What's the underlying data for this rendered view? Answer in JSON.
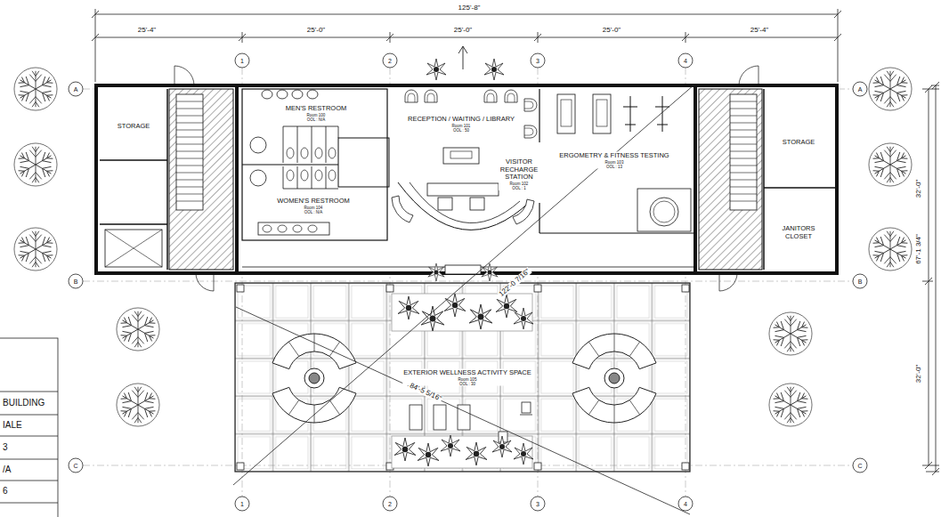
{
  "diagram": {
    "nodes": [
      {
        "text": [
          "STORAGE"
        ]
      },
      {
        "text": [
          "MEN'S RESTROOM",
          "Room 100",
          "OOL : N/A"
        ]
      },
      {
        "text": [
          "WOMEN'S RESTROOM",
          "Room 104",
          "OOL : N/A"
        ]
      },
      {
        "text": [
          "RECEPTION / WAITING / LIBRARY",
          "Room 101",
          "OOL : 50"
        ]
      },
      {
        "text": [
          "VISITOR RECHARGE STATION",
          "Room 102",
          "OOL : 1"
        ],
        "in": 3
      },
      {
        "text": [
          "ERGOMETRY & FITNESS TESTING",
          "Room 103",
          "OOL : 13"
        ]
      },
      {
        "text": [
          "STORAGE"
        ]
      },
      {
        "text": [
          "JANITORS CLOSET"
        ]
      },
      {
        "text": [
          "EXTERIOR WELLNESS ACTIVITY SPACE",
          "Room 105",
          "OOL : 30"
        ]
      }
    ],
    "labels": [
      "125'-8\"",
      "25'-4\"",
      "25'-0\"",
      "25'-0\"",
      "25'-0\"",
      "25'-4\"",
      "1",
      "2",
      "3",
      "4",
      "A",
      "A",
      "B",
      "B",
      "C",
      "C",
      "1",
      "2",
      "3",
      "4",
      "32'-0\"",
      "67'-1 3/4\"",
      "32'-0\"",
      "122'-0 7/16\"",
      "84'-5 5/16\"",
      "BUILDING",
      "IALE",
      "3",
      "/A",
      "6"
    ]
  }
}
